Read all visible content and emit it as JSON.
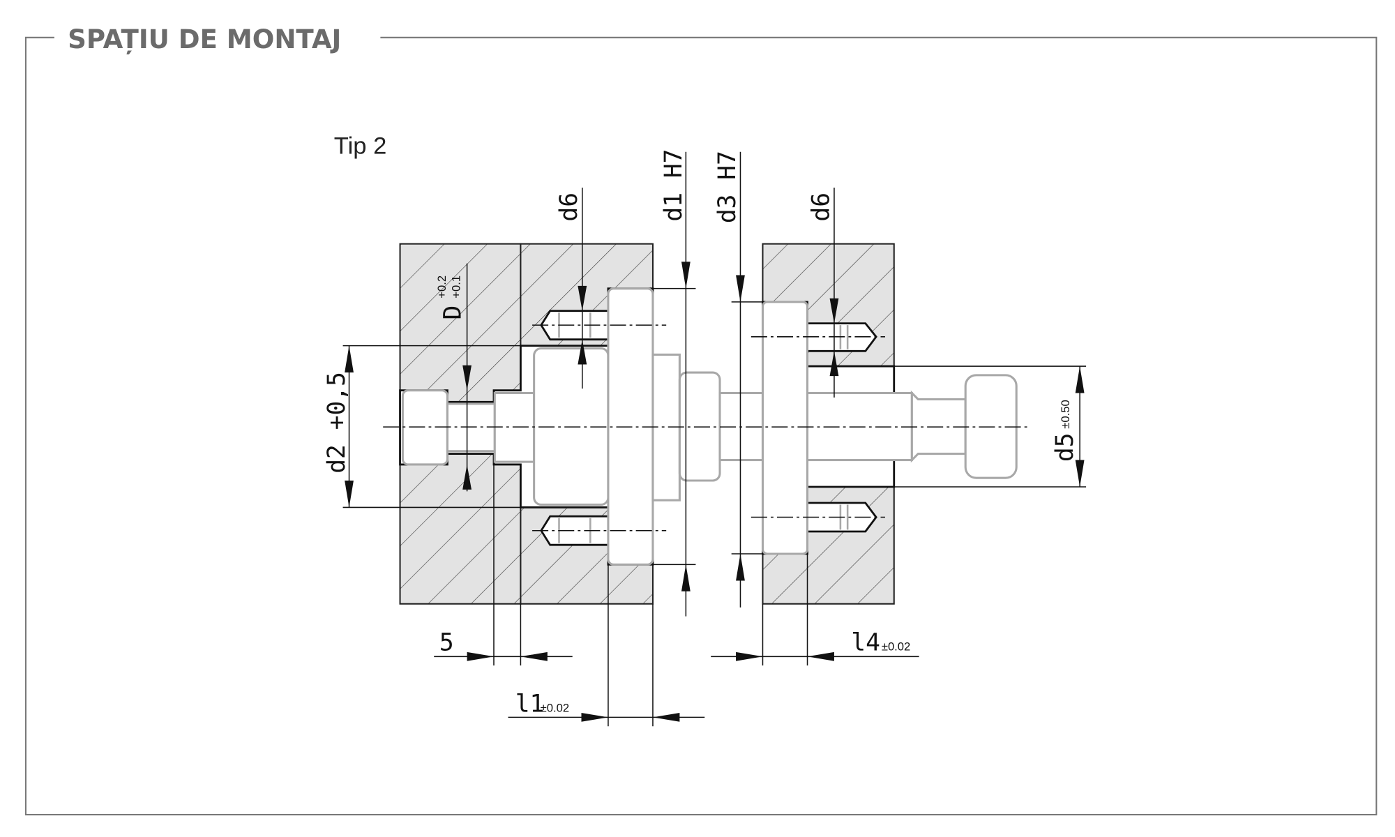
{
  "header": {
    "title": "SPAȚIU DE MONTAJ"
  },
  "drawing": {
    "variant_label": "Tip 2",
    "dimensions": {
      "d6_left": "d6",
      "d1": "d1 H7",
      "d3": "d3 H7",
      "d6_right": "d6",
      "D": "D",
      "D_tol_upper": "+0.2",
      "D_tol_lower": "+0.1",
      "d2": "d2 +0,5",
      "d5": "d5",
      "d5_tol": "±0.50",
      "five": "5",
      "l1": "l1",
      "l1_tol": "±0.02",
      "l4": "l4",
      "l4_tol": "±0.02"
    }
  },
  "colors": {
    "title": "#6b6b6b",
    "hatch_fill": "#e3e3e3",
    "part_outline": "#a8a8a8"
  }
}
